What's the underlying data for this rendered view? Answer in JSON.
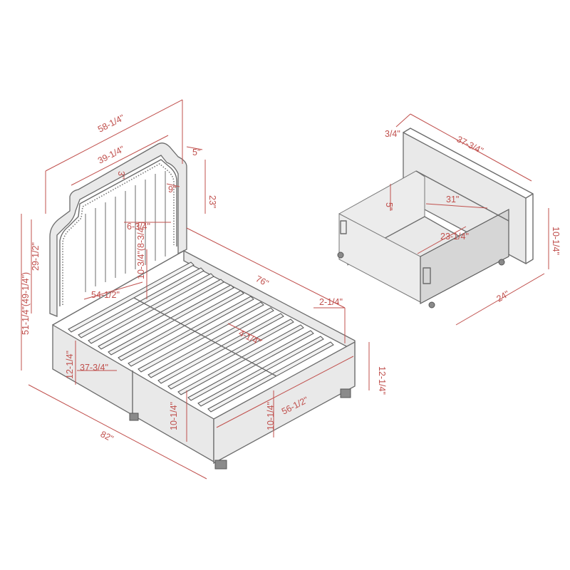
{
  "bed": {
    "headboard_width": "58-1/4\"",
    "headboard_inner_width": "39-1/4\"",
    "headboard_corner": "5\"",
    "headboard_top_height": "23\"",
    "headboard_arc_small": "3\"",
    "panel_small": "9\"",
    "panel_width": "6-3/4\"",
    "headboard_side_height": "29-1/2\"",
    "total_height": "51-1/4\"(49-1/4\")",
    "leg_height": "10-3/4\"(8-3/4\")",
    "inner_width": "54-1/2\"",
    "length": "76\"",
    "rail_thickness": "2-1/4\"",
    "slat_gap": "4-1/4\"",
    "footboard_height": "12-1/4\"",
    "side_height": "12-1/4\"",
    "drawer_opening": "37-3/4\"",
    "total_length": "82\"",
    "under_clearance_a": "10-1/4\"",
    "under_clearance_b": "10-1/4\"",
    "inner_length": "56-1/2\""
  },
  "drawer": {
    "front_thickness": "3/4\"",
    "front_width": "37-3/4\"",
    "inner_depth": "5\"",
    "inner_width": "31\"",
    "inner_length": "23-1/4\"",
    "front_height": "10-1/4\"",
    "depth": "24\""
  }
}
